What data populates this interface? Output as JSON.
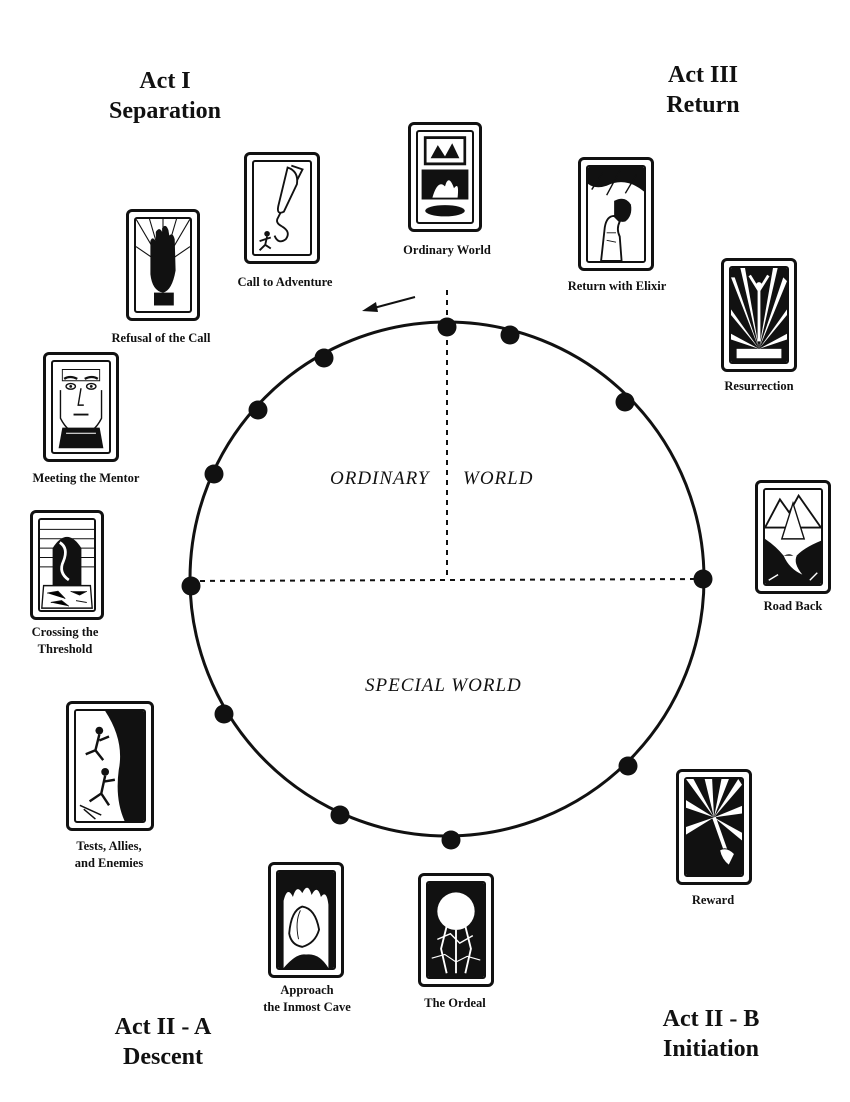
{
  "acts": {
    "act1": {
      "line1": "Act I",
      "line2": "Separation"
    },
    "act3": {
      "line1": "Act III",
      "line2": "Return"
    },
    "act2a": {
      "line1": "Act II - A",
      "line2": "Descent"
    },
    "act2b": {
      "line1": "Act II - B",
      "line2": "Initiation"
    }
  },
  "worlds": {
    "ordinary_left": "ORDINARY",
    "ordinary_right": "WORLD",
    "special": "SPECIAL WORLD"
  },
  "stages": [
    {
      "id": "ordinary-world",
      "lines": [
        "Ordinary World"
      ],
      "icon": "tv-fire-icon"
    },
    {
      "id": "call-to-adventure",
      "lines": [
        "Call to Adventure"
      ],
      "icon": "horn-runner-icon"
    },
    {
      "id": "refusal-of-the-call",
      "lines": [
        "Refusal of the Call"
      ],
      "icon": "raised-hand-icon"
    },
    {
      "id": "meeting-the-mentor",
      "lines": [
        "Meeting the Mentor"
      ],
      "icon": "mentor-face-icon"
    },
    {
      "id": "crossing-the-threshold",
      "lines": [
        "Crossing the",
        "Threshold"
      ],
      "icon": "doorway-icon"
    },
    {
      "id": "tests-allies-enemies",
      "lines": [
        "Tests, Allies,",
        "and Enemies"
      ],
      "icon": "climbers-icon"
    },
    {
      "id": "approach-inmost-cave",
      "lines": [
        "Approach",
        "the Inmost Cave"
      ],
      "icon": "cave-mouth-icon"
    },
    {
      "id": "the-ordeal",
      "lines": [
        "The Ordeal"
      ],
      "icon": "orb-struggle-icon"
    },
    {
      "id": "reward",
      "lines": [
        "Reward"
      ],
      "icon": "light-sword-icon"
    },
    {
      "id": "road-back",
      "lines": [
        "Road Back"
      ],
      "icon": "mountain-road-icon"
    },
    {
      "id": "resurrection",
      "lines": [
        "Resurrection"
      ],
      "icon": "rising-figure-icon"
    },
    {
      "id": "return-with-elixir",
      "lines": [
        "Return with Elixir"
      ],
      "icon": "elixir-hand-icon"
    }
  ]
}
